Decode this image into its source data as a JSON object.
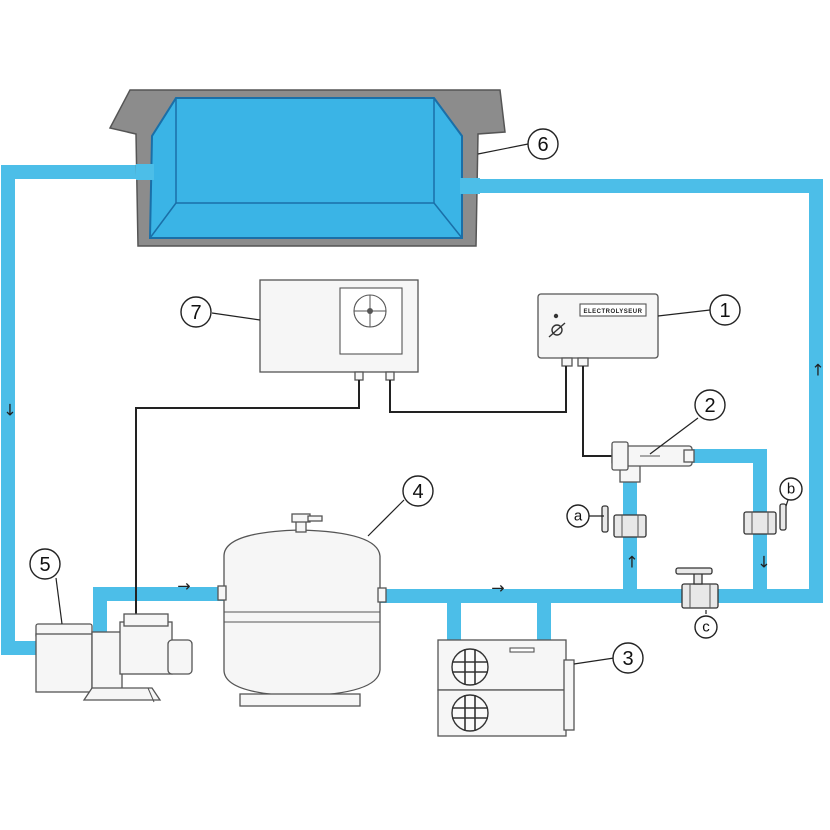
{
  "colors": {
    "pipe": "#4cbee8",
    "water": "#3ab4e6",
    "water_edge": "#1a6fa8",
    "concrete": "#8c8c8c",
    "equipment_fill": "#f6f6f6",
    "equipment_stroke": "#555555",
    "wire": "#222222"
  },
  "callouts": [
    {
      "id": "1",
      "label": "1"
    },
    {
      "id": "2",
      "label": "2"
    },
    {
      "id": "3",
      "label": "3"
    },
    {
      "id": "4",
      "label": "4"
    },
    {
      "id": "5",
      "label": "5"
    },
    {
      "id": "6",
      "label": "6"
    },
    {
      "id": "7",
      "label": "7"
    }
  ],
  "valves": [
    {
      "id": "a",
      "label": "a"
    },
    {
      "id": "b",
      "label": "b"
    },
    {
      "id": "c",
      "label": "c"
    }
  ],
  "electrolyser_label": "ELECTROLYSEUR",
  "flow_arrows": {
    "left": "↓",
    "right": "↑",
    "bottom_1": "→",
    "bottom_2": "→",
    "valve_a": "↑",
    "valve_b": "↓"
  }
}
